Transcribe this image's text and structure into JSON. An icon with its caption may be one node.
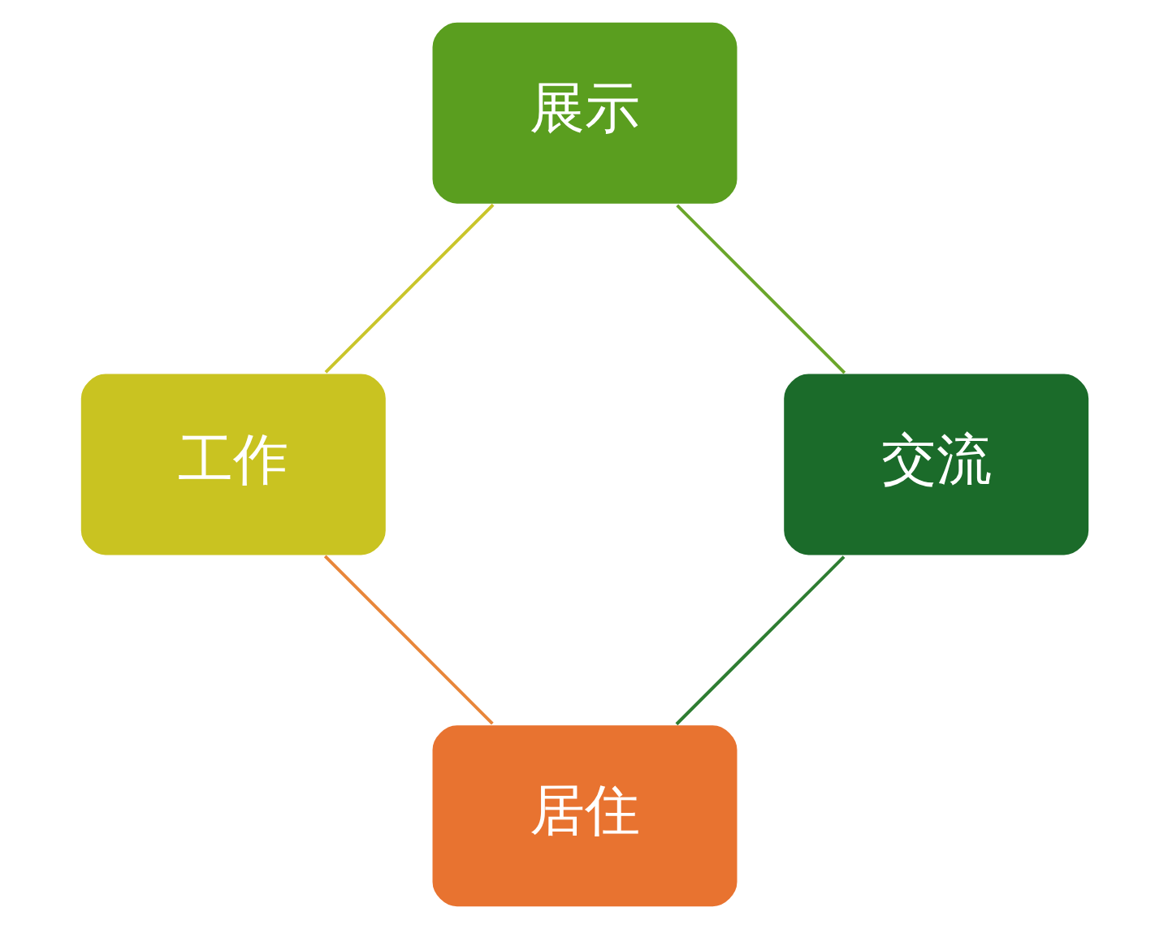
{
  "diagram": {
    "nodes": [
      {
        "text": [
          "居住"
        ]
      },
      {
        "text": [
          "交流"
        ]
      },
      {
        "text": [
          "工作"
        ]
      },
      {
        "text": [
          "展示"
        ]
      }
    ],
    "edges": [
      {
        "from": 0,
        "to": 2,
        "arrow": "none",
        "color": "#e8863a"
      },
      {
        "from": 2,
        "to": 3,
        "arrow": "none",
        "color": "#c9c52a"
      },
      {
        "from": 3,
        "to": 1,
        "arrow": "none",
        "color": "#6aa62a"
      },
      {
        "from": 1,
        "to": 0,
        "arrow": "none",
        "color": "#2e7d32"
      }
    ]
  }
}
